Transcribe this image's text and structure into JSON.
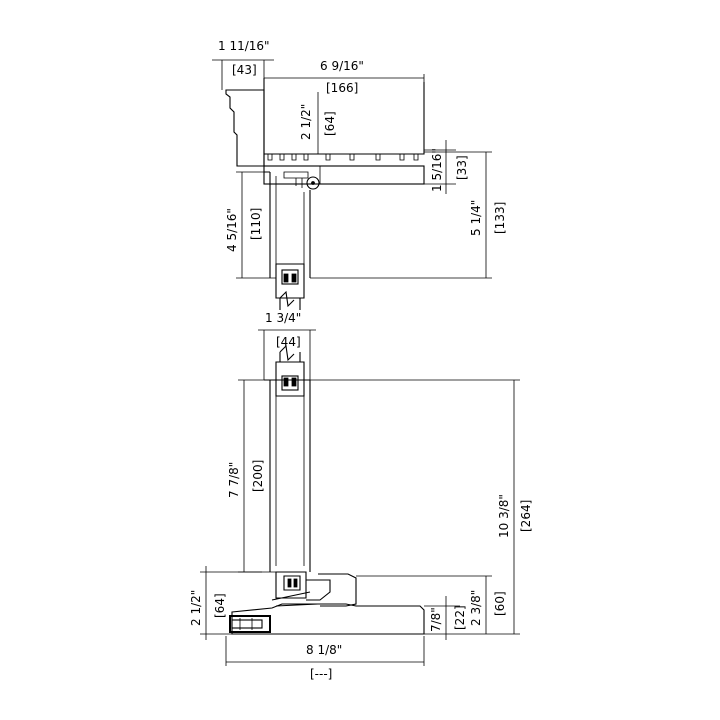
{
  "dimensions": {
    "top_jamb_depth": {
      "imperial": "1 11/16\"",
      "metric": "[43]"
    },
    "head_width": {
      "imperial": "6 9/16\"",
      "metric": "[166]"
    },
    "head_drop": {
      "imperial": "2 1/2\"",
      "metric": "[64]"
    },
    "head_thickness": {
      "imperial": "1 5/16\"",
      "metric": "[33]"
    },
    "head_total": {
      "imperial": "5 1/4\"",
      "metric": "[133]"
    },
    "head_frame": {
      "imperial": "4 5/16\"",
      "metric": "[110]"
    },
    "panel_thickness": {
      "imperial": "1 3/4\"",
      "metric": "[44]"
    },
    "lower_panel": {
      "imperial": "7 7/8\"",
      "metric": "[200]"
    },
    "overall_height": {
      "imperial": "10 3/8\"",
      "metric": "[264]"
    },
    "sill_left": {
      "imperial": "2 1/2\"",
      "metric": "[64]"
    },
    "sill_right": {
      "imperial": "2 3/8\"",
      "metric": "[60]"
    },
    "sill_step": {
      "imperial": "7/8\"",
      "metric": "[22]"
    },
    "sill_width": {
      "imperial": "8 1/8\"",
      "metric": "[---]"
    }
  }
}
